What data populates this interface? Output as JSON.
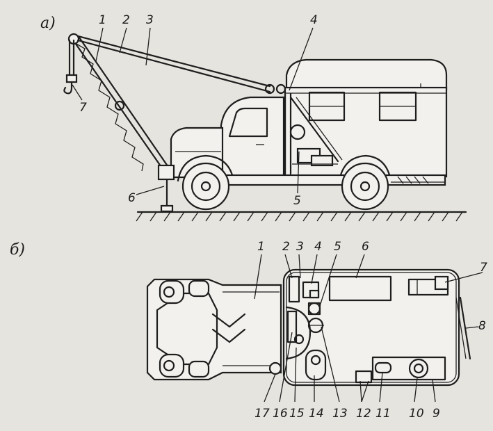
{
  "panels": {
    "a": "а)",
    "b": "б)"
  },
  "side_view_labels": [
    "1",
    "2",
    "3",
    "4",
    "7",
    "6",
    "5"
  ],
  "top_view_labels_top": [
    "1",
    "2",
    "3",
    "4",
    "5",
    "6",
    "7",
    "8"
  ],
  "top_view_labels_bottom": [
    "17",
    "16",
    "15",
    "14",
    "13",
    "12",
    "11",
    "10",
    "9"
  ],
  "colors": {
    "ink": "#1e1e1e",
    "paper": "#e6e4df"
  }
}
